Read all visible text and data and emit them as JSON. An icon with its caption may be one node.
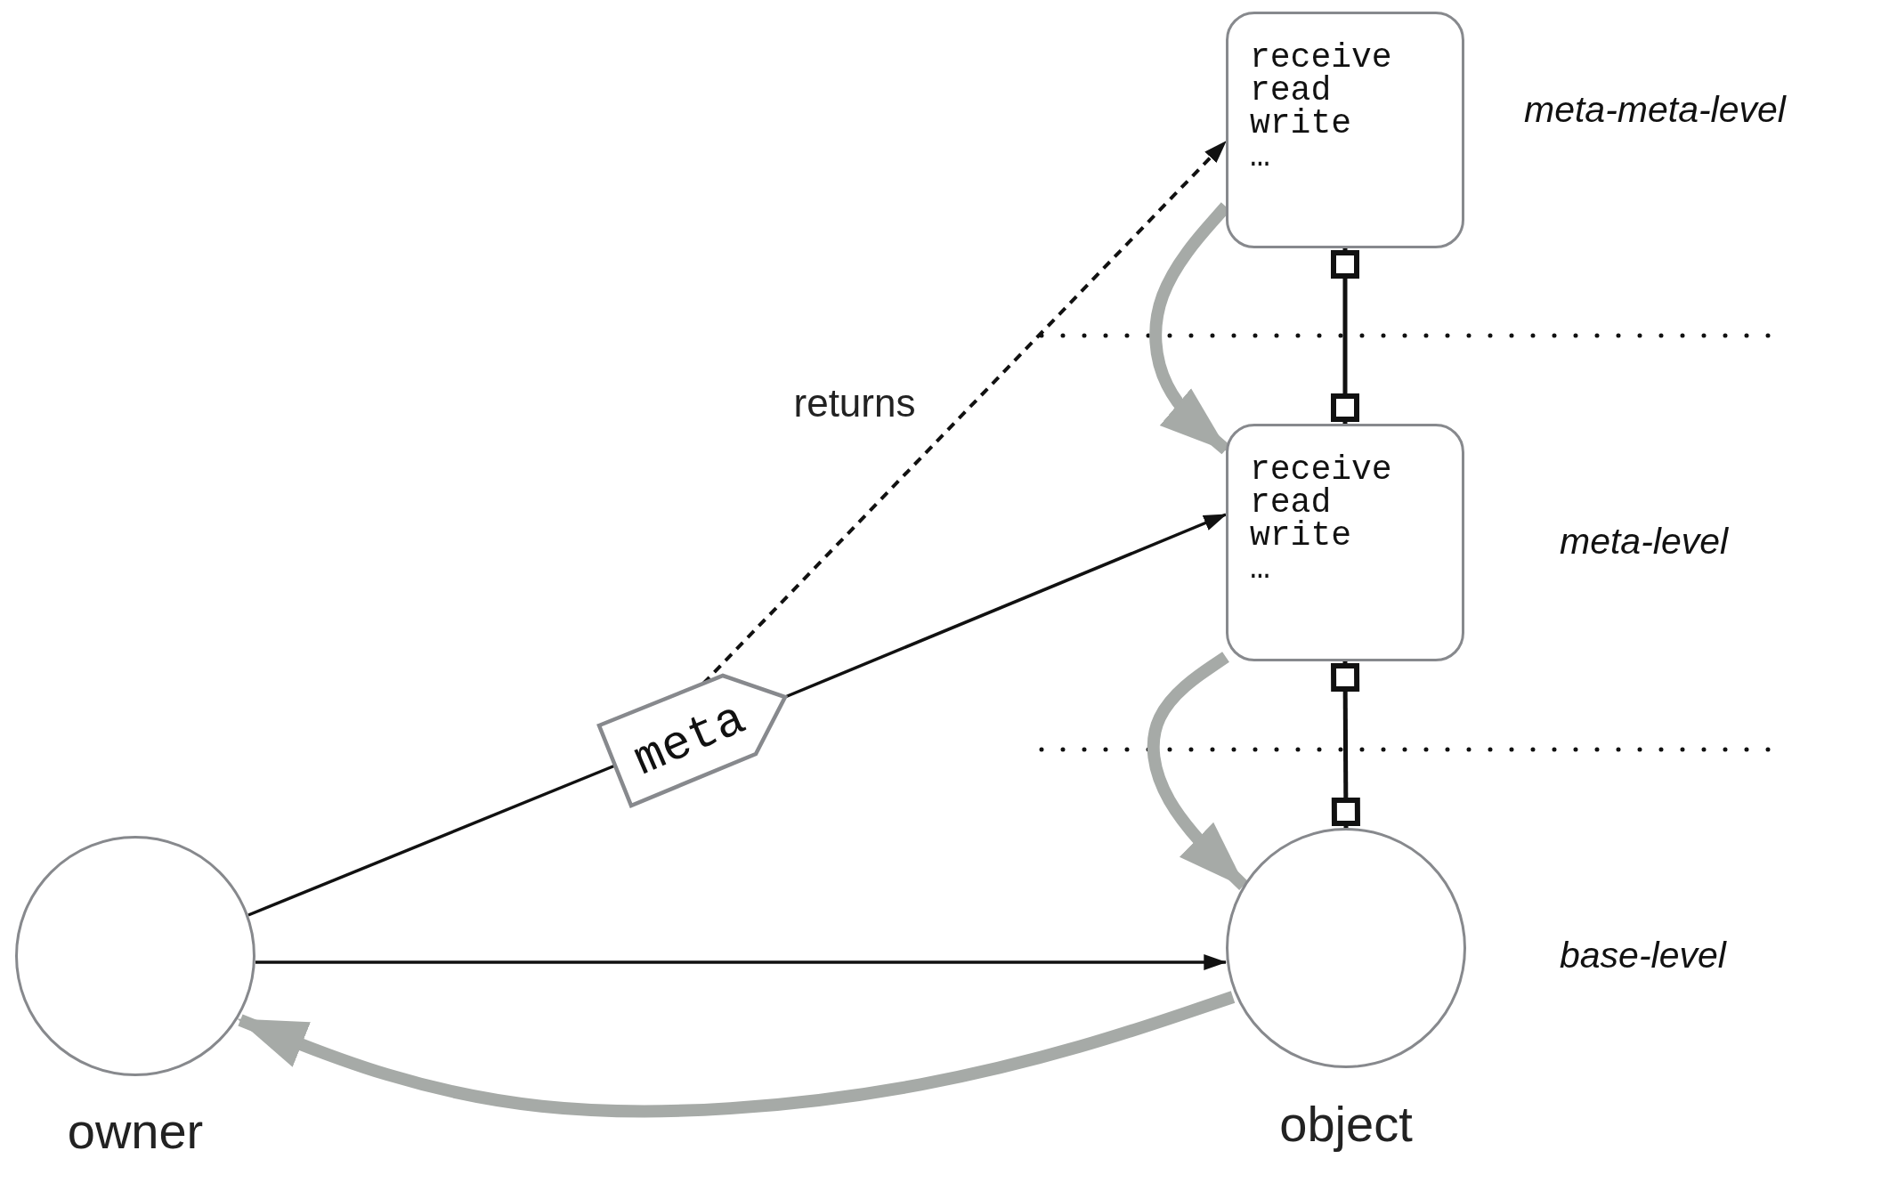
{
  "diagram": {
    "nodes": [
      {
        "text": [
          "receive read write …"
        ]
      },
      {
        "text": [
          "receive read write …"
        ]
      },
      {
        "text": [
          "meta"
        ]
      },
      {
        "text": [
          "owner"
        ]
      },
      {
        "text": [
          "object"
        ]
      }
    ],
    "edges": [
      {
        "from": 3,
        "to": 2,
        "arrow": "none"
      },
      {
        "from": 2,
        "to": 1,
        "arrow": "to"
      },
      {
        "from": 2,
        "to": 0,
        "arrow": "to",
        "label": "returns",
        "style": "dashed"
      },
      {
        "from": 3,
        "to": 4,
        "arrow": "to"
      },
      {
        "from": 4,
        "to": 3,
        "arrow": "to",
        "style": "thick",
        "color": "#a6aaa7"
      },
      {
        "from": 0,
        "to": 1,
        "arrow": "to",
        "style": "thick",
        "color": "#a6aaa7"
      },
      {
        "from": 1,
        "to": 4,
        "arrow": "to",
        "style": "thick",
        "color": "#a6aaa7"
      },
      {
        "from": 0,
        "to": 1,
        "arrow": "other"
      },
      {
        "from": 1,
        "to": 4,
        "arrow": "other"
      }
    ],
    "labels": [
      "meta-meta-level",
      "meta-level",
      "base-level"
    ]
  }
}
